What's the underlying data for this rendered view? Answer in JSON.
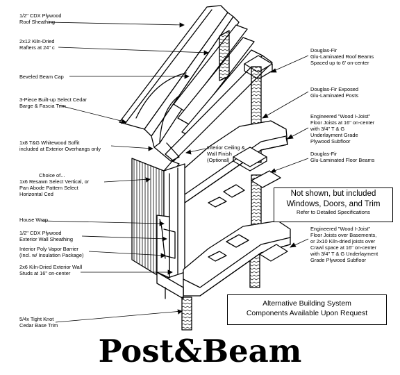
{
  "left_labels": [
    {
      "id": "roof-sheathing",
      "lines": [
        "1/2\" CDX Plywood",
        "Roof Sheathing"
      ]
    },
    {
      "id": "rafters",
      "lines": [
        "2x12 Kiln-Dried",
        "Rafters at 24\" c"
      ]
    },
    {
      "id": "beam-cap",
      "lines": [
        "Beveled Beam Cap"
      ]
    },
    {
      "id": "barge-trim",
      "lines": [
        "3-Piece Built-up Select Cedar",
        "Barge & Fascia Trim"
      ]
    },
    {
      "id": "soffit",
      "lines": [
        "1x8 T&G Whitewood Soffit",
        "included at Exterior Overhangs only"
      ]
    },
    {
      "id": "siding",
      "lines": [
        "Choice of...",
        "1x6 Resawn Select Vertical, or",
        "Pan Abode Pattern Select",
        "Horizontal Ced"
      ]
    },
    {
      "id": "house-wrap",
      "lines": [
        "House Wrap"
      ]
    },
    {
      "id": "wall-sheathing",
      "lines": [
        "1/2\" CDX Plywood",
        "Exterior Wall Sheathing"
      ]
    },
    {
      "id": "vapor-barrier",
      "lines": [
        "Interior Poly Vapor Barrier",
        "(Incl. w/ Insulation Package)"
      ]
    },
    {
      "id": "wall-studs",
      "lines": [
        "2x6 Kiln-Dried Exterior Wall",
        "Studs at 16\" on-center"
      ]
    },
    {
      "id": "base-trim",
      "lines": [
        "5/4x Tight Knot",
        "Cedar Base Trim"
      ]
    }
  ],
  "right_labels": [
    {
      "id": "roof-beams",
      "lines": [
        "Douglas-Fir",
        "Glu-Laminated Roof Beams",
        "Spaced up to 6' on-center"
      ]
    },
    {
      "id": "posts",
      "lines": [
        "Douglas-Fir Exposed",
        "Glu-Laminated Posts"
      ]
    },
    {
      "id": "upper-joists",
      "lines": [
        "Engineered \"Wood I-Joist\"",
        "Floor Joists at 16\" on-center",
        "with 3/4\" T & G",
        "Underlayment Grade",
        "Plywood Subfloor"
      ]
    },
    {
      "id": "floor-beams",
      "lines": [
        "Douglas-Fir",
        "Glu-Laminated Floor Beams"
      ]
    },
    {
      "id": "lower-joists",
      "lines": [
        "Engineered \"Wood I-Joist\"",
        "Floor Joists over Basements,",
        "or 2x10 Kiln-dried joists over",
        "Crawl space at 16\" on-center",
        "with 3/4\" T & G Underlayment",
        "Grade Plywood Subfloor"
      ]
    }
  ],
  "interior_label": {
    "lines": [
      "Interior Ceiling &",
      "Wall Finish",
      "(Optional)"
    ]
  },
  "not_shown_box": {
    "line1": "Not shown, but included",
    "line2": "Windows, Doors, and Trim",
    "line3": "Refer to Detailed Specifications"
  },
  "alt_box": {
    "line1": "Alternative Building System",
    "line2": "Components Available Upon Request"
  },
  "title": "Post&Beam"
}
